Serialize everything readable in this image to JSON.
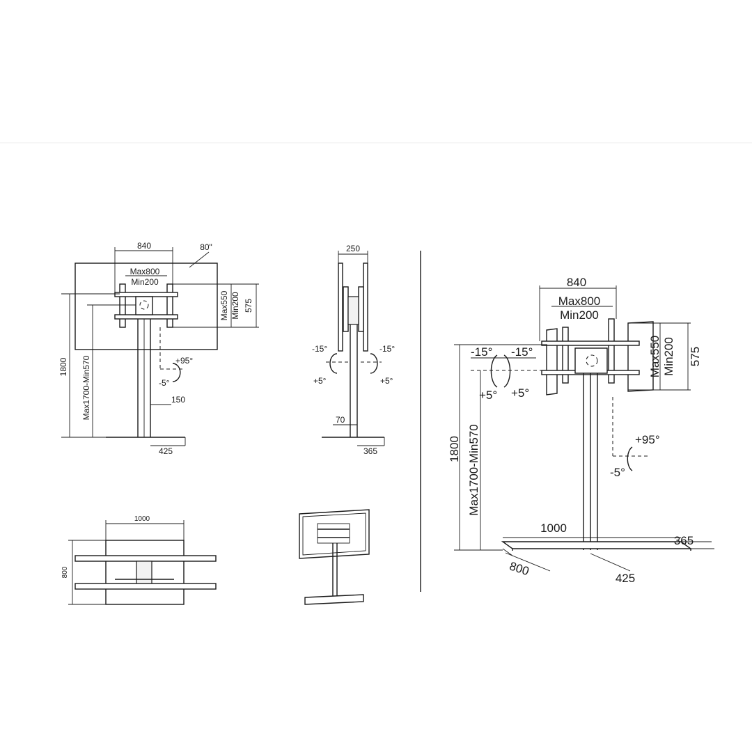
{
  "front_view": {
    "width": "840",
    "screen_size": "80\"",
    "vesa_w_max": "Max800",
    "vesa_w_min": "Min200",
    "vesa_h_max": "Max550",
    "vesa_h_min": "Min200",
    "height_575": "575",
    "height_total": "1800",
    "height_range": "Max1700-Min570",
    "tilt_up": "+95°",
    "tilt_down": "-5°",
    "pole_dim": "150",
    "base_dim": "425"
  },
  "side_view": {
    "depth": "250",
    "tilt_left_up": "-15°",
    "tilt_left_down": "+5°",
    "tilt_right_up": "-15°",
    "tilt_right_down": "+5°",
    "pole_dim": "70",
    "base_dim": "365"
  },
  "top_view": {
    "width": "1000",
    "depth": "800"
  },
  "perspective_view": {
    "width": "840",
    "vesa_w_max": "Max800",
    "vesa_w_min": "Min200",
    "vesa_h_max": "Max550",
    "vesa_h_min": "Min200",
    "height_575": "575",
    "tilt_left": "-15°",
    "tilt_right": "-15°",
    "tilt_left_down": "+5°",
    "tilt_right_down": "+5°",
    "height_total": "1800",
    "height_range": "Max1700-Min570",
    "tilt_up": "+95°",
    "tilt_down": "-5°",
    "base_width": "1000",
    "base_side": "365",
    "base_depth": "800",
    "base_front": "425"
  }
}
